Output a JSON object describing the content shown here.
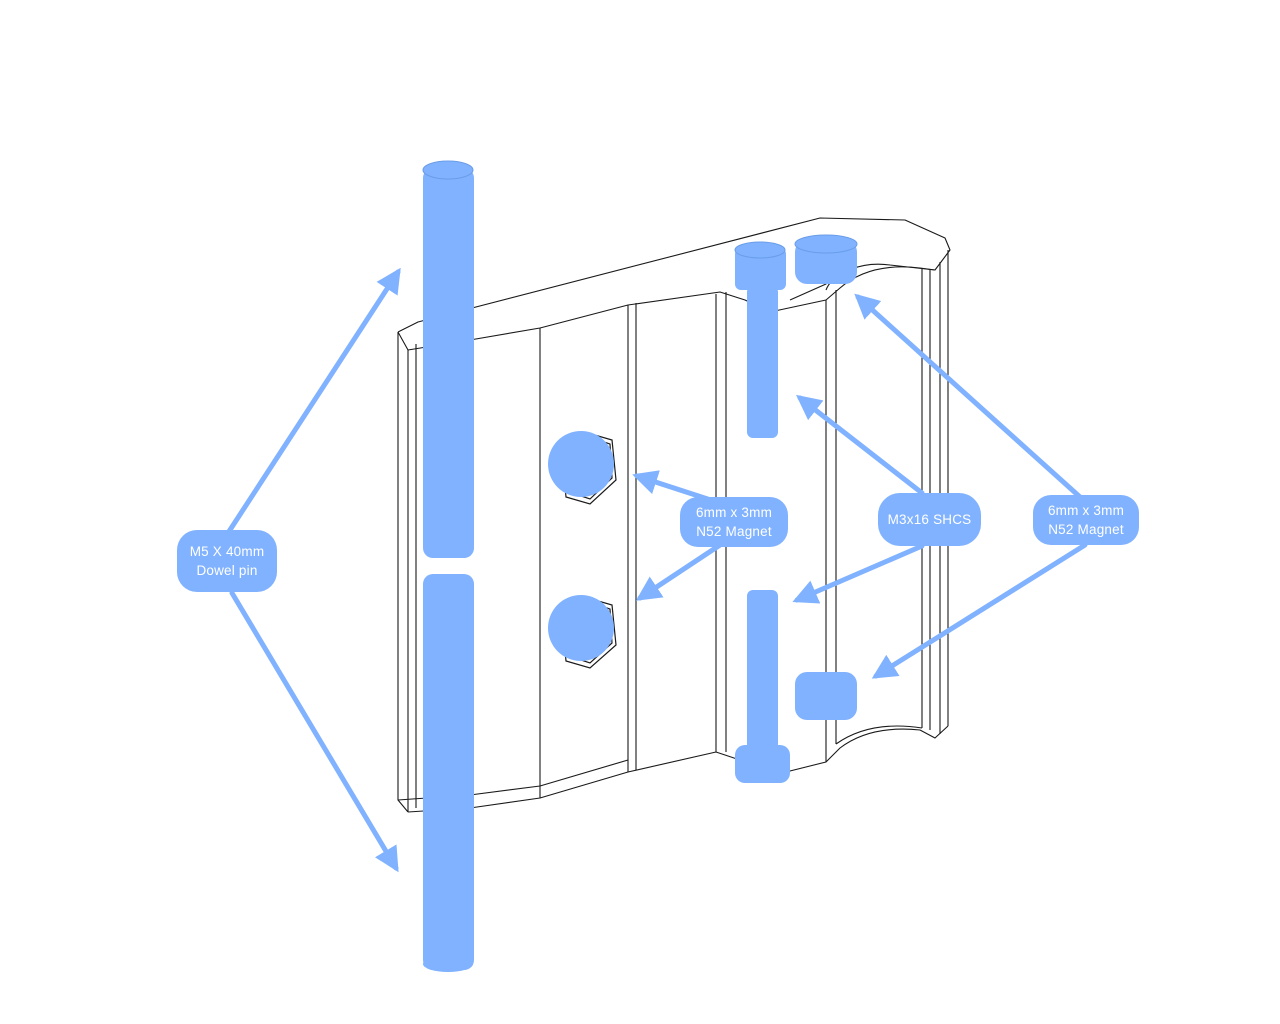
{
  "colors": {
    "highlight": "#80b2ff",
    "line": "#1a1a1a",
    "background": "#ffffff",
    "label_text": "#ffffff"
  },
  "callouts": {
    "dowel": {
      "line1": "M5 X 40mm",
      "line2": "Dowel pin"
    },
    "magnet_left": {
      "line1": "6mm x 3mm",
      "line2": "N52 Magnet"
    },
    "screw": {
      "line1": "M3x16 SHCS"
    },
    "magnet_right": {
      "line1": "6mm x 3mm",
      "line2": "N52 Magnet"
    }
  }
}
